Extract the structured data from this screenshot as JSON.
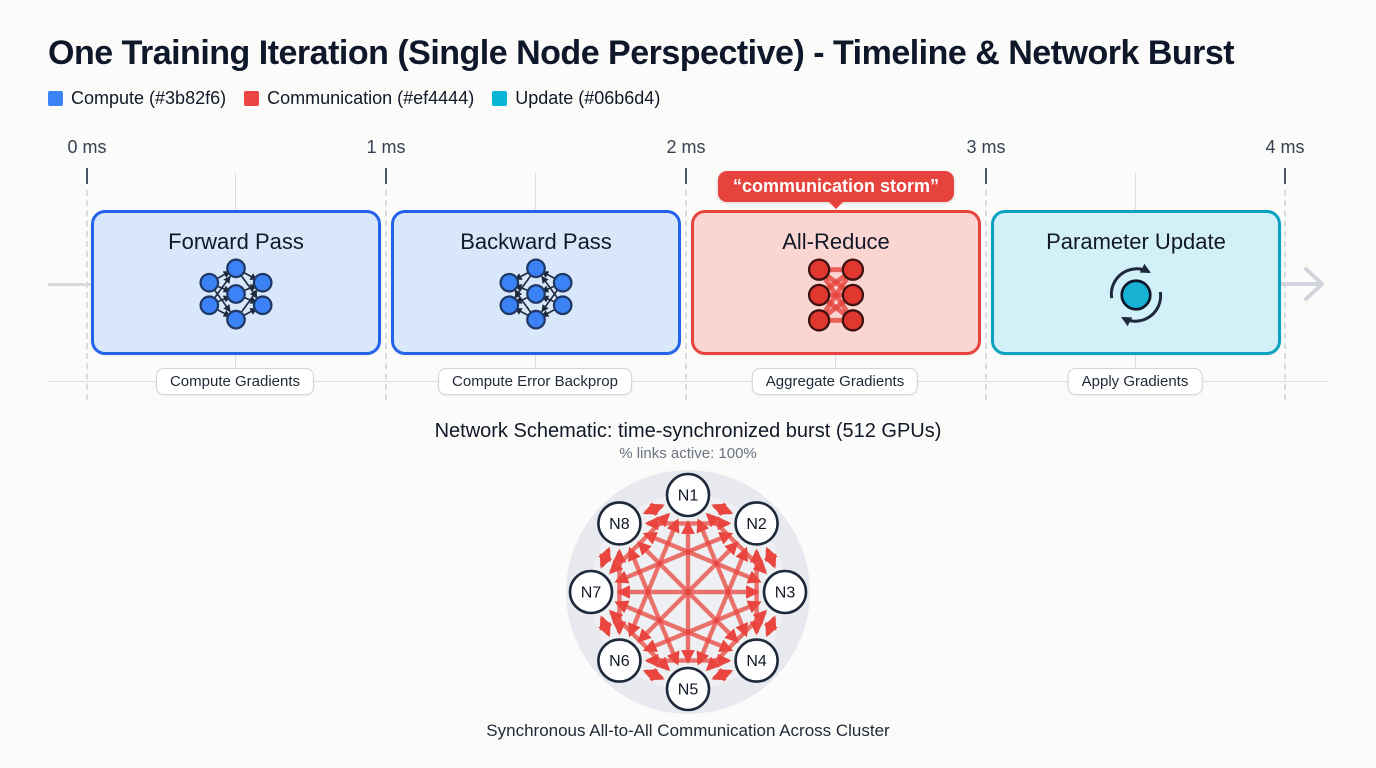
{
  "header": {
    "title": "One Training Iteration (Single Node Perspective) - Timeline & Network Burst",
    "legend": [
      {
        "label": "Compute (#3b82f6)",
        "color": "#3b82f6"
      },
      {
        "label": "Communication (#ef4444)",
        "color": "#ef4444"
      },
      {
        "label": "Update (#06b6d4)",
        "color": "#06b6d4"
      }
    ]
  },
  "timeline": {
    "ticks": [
      "0 ms",
      "1 ms",
      "2 ms",
      "3 ms",
      "4 ms"
    ],
    "callout": "“communication storm”",
    "phases": [
      {
        "name": "Forward Pass",
        "label": "Compute Gradients",
        "type": "compute",
        "icon": "neural-network-forward-icon"
      },
      {
        "name": "Backward Pass",
        "label": "Compute Error Backprop",
        "type": "compute",
        "icon": "neural-network-backward-icon"
      },
      {
        "name": "All-Reduce",
        "label": "Aggregate Gradients",
        "type": "communication",
        "icon": "all-reduce-exchange-icon"
      },
      {
        "name": "Parameter Update",
        "label": "Apply Gradients",
        "type": "update",
        "icon": "sync-refresh-icon"
      }
    ]
  },
  "network": {
    "title": "Network Schematic: time-synchronized burst (512 GPUs)",
    "subtitle": "% links active: 100%",
    "nodes": [
      "N1",
      "N2",
      "N3",
      "N4",
      "N5",
      "N6",
      "N7",
      "N8"
    ],
    "caption": "Synchronous All-to-All Communication Across Cluster"
  },
  "colors": {
    "compute_fill": "#d9e7fb",
    "compute_border": "#2563eb",
    "communication_fill": "#fbd5d2",
    "communication_border": "#e5453d",
    "update_fill": "#d2f0f7",
    "update_border": "#0aa2c0",
    "link_red": "#e8463e",
    "node_stroke": "#1e293b"
  }
}
